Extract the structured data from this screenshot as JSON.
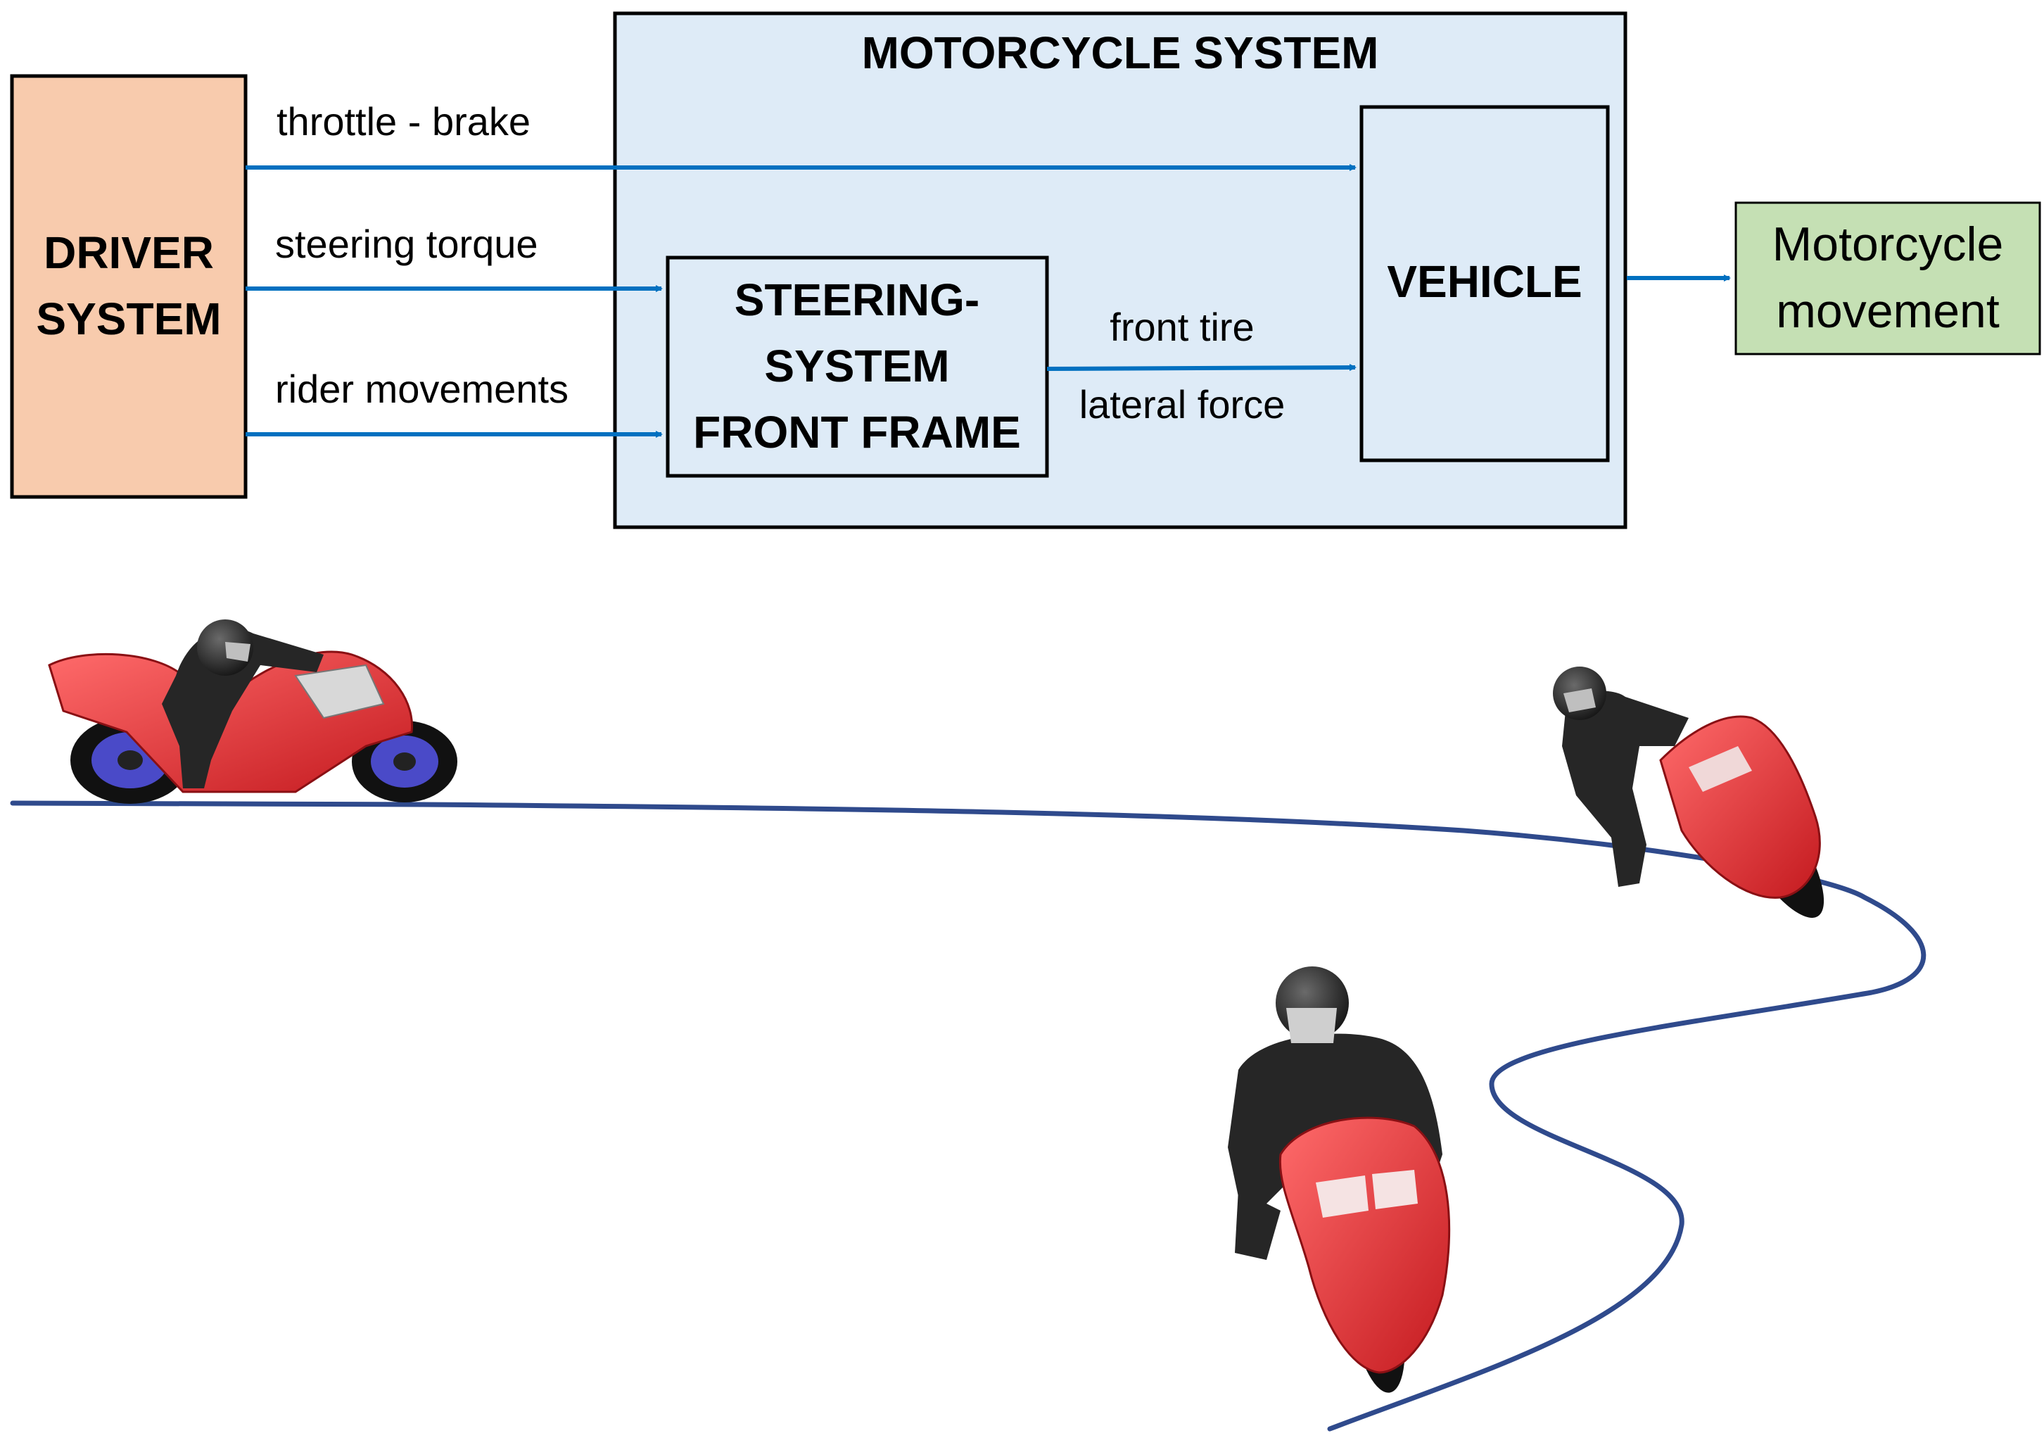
{
  "boxes": {
    "driver": {
      "line1": "DRIVER",
      "line2": "SYSTEM",
      "fill": "#f8cbad"
    },
    "motorcycle": {
      "title": "MOTORCYCLE SYSTEM",
      "fill": "#deebf7"
    },
    "steering": {
      "line1": "STEERING-",
      "line2": "SYSTEM",
      "line3": "FRONT FRAME"
    },
    "vehicle": {
      "label": "VEHICLE"
    },
    "output": {
      "line1": "Motorcycle",
      "line2": "movement",
      "fill": "#c5e0b4"
    }
  },
  "signals": {
    "throttle": "throttle - brake",
    "steering_torque": "steering torque",
    "rider_movements": "rider movements",
    "front_tire": "front tire",
    "lateral_force": "lateral force"
  },
  "colors": {
    "arrow": "#0070c0",
    "road": "#2f4a8c",
    "bike_red": "#e0282c",
    "rider": "#262626"
  },
  "icons": [
    "motorcycle-rider-straight-icon",
    "motorcycle-rider-leaning-icon",
    "motorcycle-rider-front-icon"
  ]
}
